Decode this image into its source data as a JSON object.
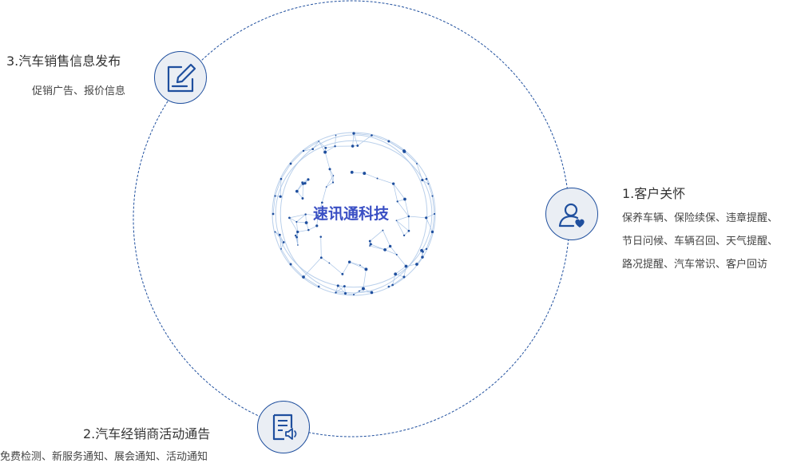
{
  "center": {
    "label": "速讯通科技"
  },
  "nodes": [
    {
      "id": "customer-care",
      "title": "1.客户关怀",
      "desc_lines": [
        "保养车辆、保险续保、违章提醒、",
        "节日问候、车辆召回、天气提醒、",
        "路况提醒、汽车常识、客户回访"
      ],
      "icon": "user-heart-icon"
    },
    {
      "id": "dealer-activity",
      "title": "2.汽车经销商活动通告",
      "desc_lines": [
        "免费检测、新服务通知、展会通知、活动通知"
      ],
      "icon": "document-speaker-icon"
    },
    {
      "id": "sales-info",
      "title": "3.汽车销售信息发布",
      "desc_lines": [
        "促销广告、报价信息"
      ],
      "icon": "edit-note-icon"
    }
  ],
  "colors": {
    "ring": "#1f4f9e",
    "icon_stroke": "#1f4f9e",
    "icon_bg": "#eaeef4",
    "center_text": "#3a4fc4",
    "globe": "#a9c4e6",
    "globe_node": "#1f4f9e"
  }
}
